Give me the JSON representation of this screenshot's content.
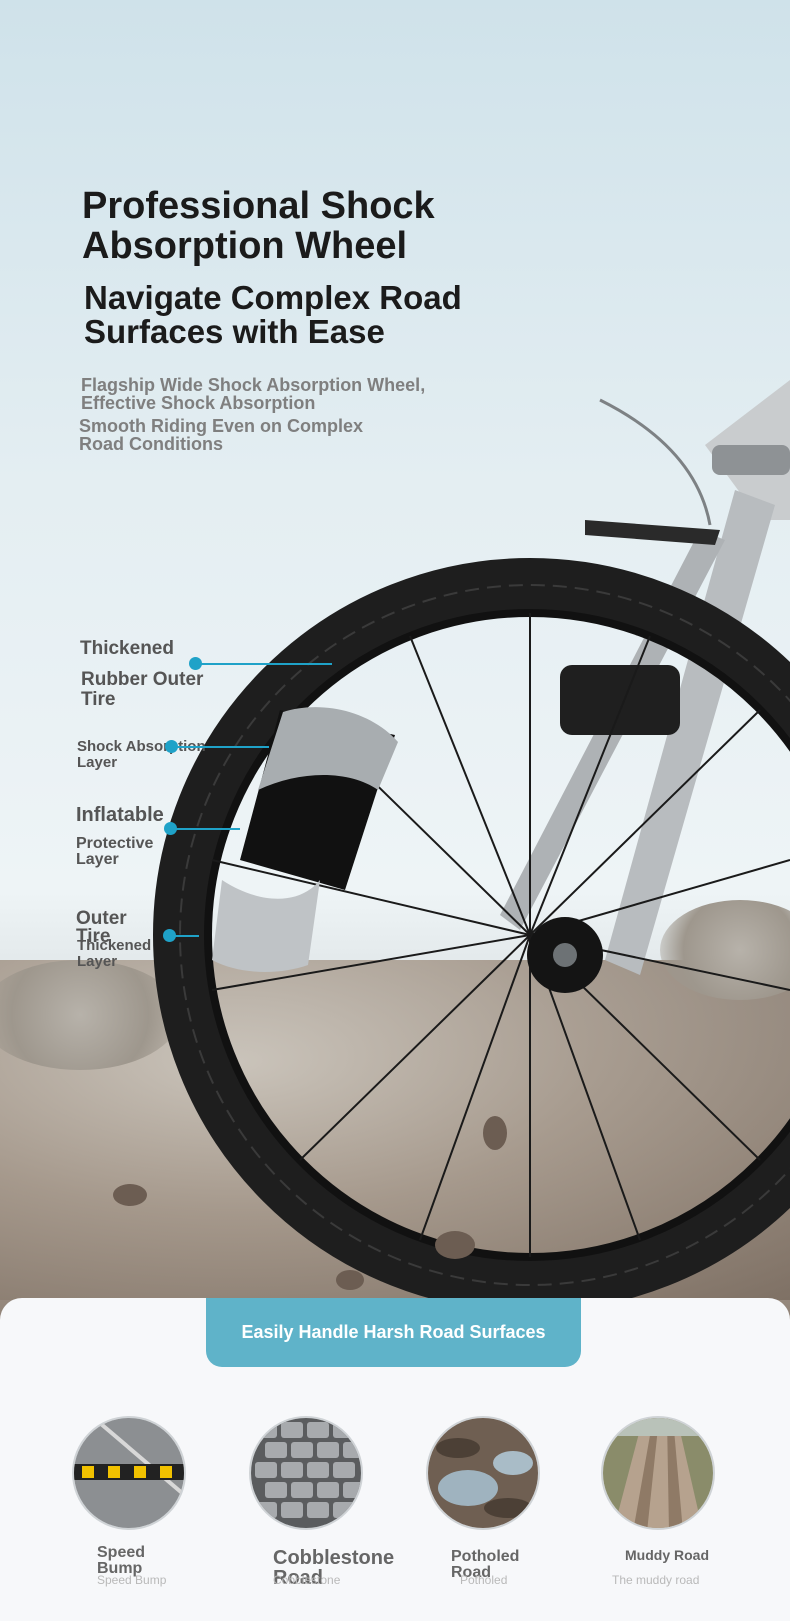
{
  "colors": {
    "accent": "#1fa2c8",
    "banner": "#5fb3c9",
    "headline": "#1b1b1b"
  },
  "headline": {
    "title": "Professional Shock\n Absorption Wheel",
    "subtitle": "Navigate Complex Road\n Surfaces with Ease"
  },
  "features": [
    "Flagship Wide Shock Absorption Wheel,\n Effective Shock Absorption",
    "Smooth Riding Even on Complex\n Road Conditions"
  ],
  "layers": [
    {
      "title": "Thickened",
      "detail": "Rubber Outer\n Tire"
    },
    {
      "title": "",
      "detail": "Shock Absorption\n Layer"
    },
    {
      "title": "Inflatable",
      "detail": "Protective\n Layer"
    },
    {
      "title": "Outer\n Tire",
      "detail": "Thickened\n Layer"
    }
  ],
  "banner": {
    "label": "Easily Handle Harsh Road Surfaces"
  },
  "roads": [
    {
      "name": "Speed\n Bump",
      "desc": "Speed Bump",
      "icon": "speed-bump-photo"
    },
    {
      "name": "Cobblestone\n Road",
      "desc": "Cobblestone",
      "icon": "cobblestone-photo"
    },
    {
      "name": "Potholed\n Road",
      "desc": "Potholed",
      "icon": "pothole-photo"
    },
    {
      "name": "Muddy Road",
      "desc": "The muddy road",
      "icon": "muddy-road-photo"
    }
  ]
}
